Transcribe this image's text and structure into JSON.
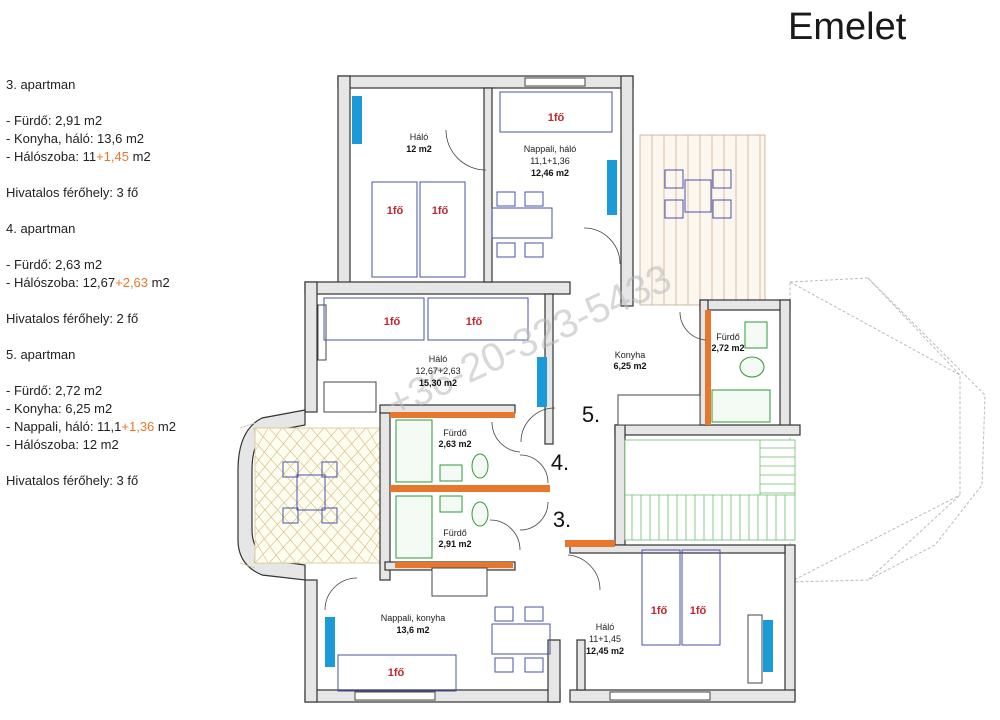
{
  "title": "Emelet",
  "legend": {
    "apt3": {
      "heading": "3. apartman",
      "l1": "- Fürdő: 2,91 m2",
      "l2": "- Konyha, háló: 13,6 m2",
      "l3_pre": "- Hálószoba: 11",
      "l3_orange": "+1,45",
      "l3_post": " m2",
      "capacity": "Hivatalos férőhely: 3 fő"
    },
    "apt4": {
      "heading": "4. apartman",
      "l1": "- Fürdő: 2,63 m2",
      "l2_pre": "- Hálószoba: 12,67",
      "l2_orange": "+2,63",
      "l2_post": " m2",
      "capacity": "Hivatalos férőhely: 2 fő"
    },
    "apt5": {
      "heading": "5. apartman",
      "l1": "- Fürdő: 2,72 m2",
      "l2": "- Konyha: 6,25 m2",
      "l3_pre": "- Nappali, háló: 11,1",
      "l3_orange": "+1,36",
      "l3_post": " m2",
      "l4": "- Hálószoba: 12 m2",
      "capacity": "Hivatalos férőhely: 3 fő"
    }
  },
  "plan": {
    "rooms": {
      "halo_top": {
        "name": "Háló",
        "area": "12 m2"
      },
      "nappali_top": {
        "name": "Nappali, háló",
        "sub": "11,1+1,36",
        "area": "12,46 m2"
      },
      "halo_mid": {
        "name": "Háló",
        "sub": "12,67+2,63",
        "area": "15,30 m2"
      },
      "konyha": {
        "name": "Konyha",
        "area": "6,25 m2"
      },
      "furdo_r": {
        "name": "Fürdő",
        "area": "2,72 m2"
      },
      "furdo_4": {
        "name": "Fürdő",
        "area": "2,63 m2"
      },
      "furdo_3": {
        "name": "Fürdő",
        "area": "2,91 m2"
      },
      "nappali_konyha": {
        "name": "Nappali, konyha",
        "area": "13,6 m2"
      },
      "halo_br": {
        "name": "Háló",
        "sub": "11+1,45",
        "area": "12,45 m2"
      }
    },
    "bed_label": "1fő",
    "apt_numbers": {
      "five": "5.",
      "four": "4.",
      "three": "3."
    },
    "watermark": "+36-20-323-5433"
  },
  "colors": {
    "window": "#1a9ad6",
    "partition": "#e8772e",
    "bed_label": "#c0272d",
    "bathroom": "#2f9a3a",
    "furniture": "#4a52a8"
  }
}
